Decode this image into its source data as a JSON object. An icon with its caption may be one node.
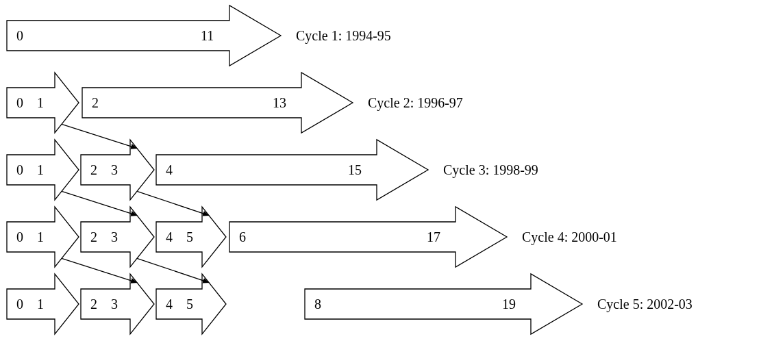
{
  "diagram": {
    "nodes": [
      {
        "text": [
          "0",
          "11"
        ],
        "beside": [
          "Cycle 1: 1994-95"
        ]
      },
      {
        "text": [
          "0",
          "1"
        ]
      },
      {
        "text": [
          "2",
          "13"
        ],
        "beside": [
          "Cycle 2: 1996-97"
        ]
      },
      {
        "text": [
          "0",
          "1"
        ]
      },
      {
        "text": [
          "2",
          "3"
        ]
      },
      {
        "text": [
          "4",
          "15"
        ],
        "beside": [
          "Cycle 3: 1998-99"
        ]
      },
      {
        "text": [
          "0",
          "1"
        ]
      },
      {
        "text": [
          "2",
          "3"
        ]
      },
      {
        "text": [
          "4",
          "5"
        ]
      },
      {
        "text": [
          "6",
          "17"
        ],
        "beside": [
          "Cycle 4: 2000-01"
        ]
      },
      {
        "text": [
          "0",
          "1"
        ]
      },
      {
        "text": [
          "2",
          "3"
        ]
      },
      {
        "text": [
          "4",
          "5"
        ]
      },
      {
        "text": [
          "8",
          "19"
        ],
        "beside": [
          "Cycle 5: 2002-03"
        ]
      }
    ],
    "edges": [
      {
        "from": 1,
        "to": 4,
        "arrow": "to"
      },
      {
        "from": 3,
        "to": 7,
        "arrow": "to"
      },
      {
        "from": 4,
        "to": 8,
        "arrow": "to"
      },
      {
        "from": 6,
        "to": 11,
        "arrow": "to"
      },
      {
        "from": 7,
        "to": 12,
        "arrow": "to"
      }
    ]
  }
}
